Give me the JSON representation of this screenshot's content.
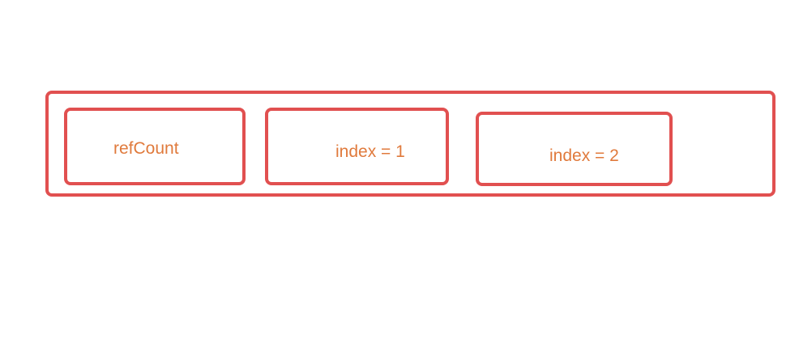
{
  "diagram": {
    "boxes": [
      {
        "label": "refCount"
      },
      {
        "label": "index = 1"
      },
      {
        "label": "index = 2"
      }
    ],
    "colors": {
      "border": "#e15050",
      "text": "#e07a3c",
      "background": "#ffffff"
    }
  }
}
